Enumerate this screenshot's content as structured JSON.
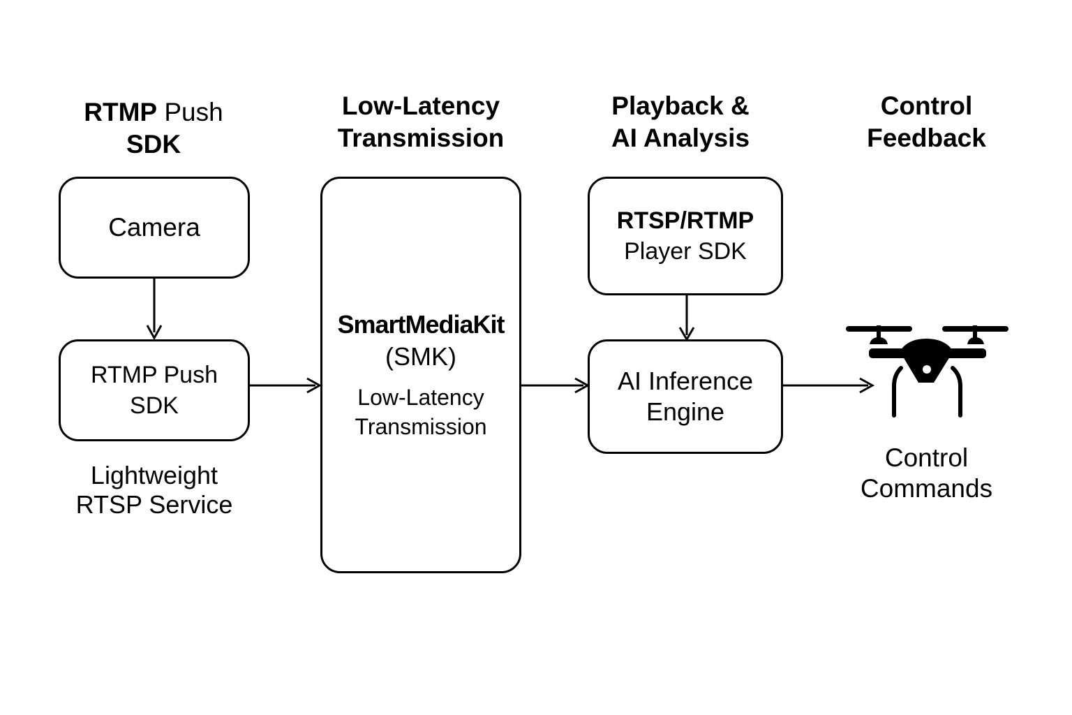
{
  "columns": [
    {
      "title_bold": "RTMP",
      "title_rest": " Push",
      "title_line2": "SDK"
    },
    {
      "title_line1": "Low-Latency",
      "title_line2": "Transmission"
    },
    {
      "title_line1": "Playback &",
      "title_line2": "AI Analysis"
    },
    {
      "title_line1": "Control",
      "title_line2": "Feedback"
    }
  ],
  "nodes": {
    "camera": {
      "label": "Camera"
    },
    "rtmp_push": {
      "line1": "RTMP Push",
      "line2": "SDK"
    },
    "rtsp_service": {
      "line1": "Lightweight",
      "line2": "RTSP Service"
    },
    "smk": {
      "line1": "SmartMediaKit",
      "line2": "(SMK)",
      "line3": "Low-Latency",
      "line4": "Transmission"
    },
    "player": {
      "line1": "RTSP/RTMP",
      "line2": "Player SDK"
    },
    "ai_engine": {
      "line1": "AI Inference",
      "line2": "Engine"
    },
    "control": {
      "icon": "drone-icon",
      "line1": "Control",
      "line2": "Commands"
    }
  },
  "edges": [
    {
      "from": "camera",
      "to": "rtmp_push"
    },
    {
      "from": "rtmp_push",
      "to": "smk"
    },
    {
      "from": "smk",
      "to": "ai_engine"
    },
    {
      "from": "player",
      "to": "ai_engine"
    },
    {
      "from": "ai_engine",
      "to": "control"
    }
  ]
}
